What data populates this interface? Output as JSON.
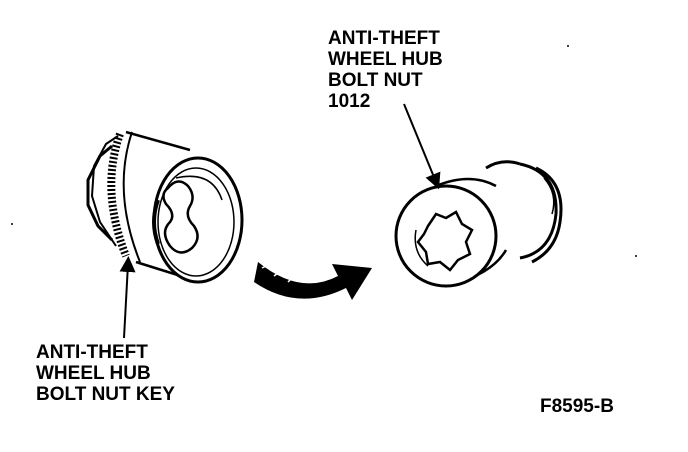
{
  "labels": {
    "bolt_nut": [
      "ANTI-THEFT",
      "WHEEL HUB",
      "BOLT NUT",
      "1012"
    ],
    "bolt_nut_key": [
      "ANTI-THEFT",
      "WHEEL HUB",
      "BOLT NUT KEY"
    ]
  },
  "figure_code": "F8595-B",
  "colors": {
    "ink": "#000000",
    "paper": "#ffffff"
  },
  "icons": [
    "bolt-nut-key-icon",
    "bolt-nut-icon",
    "curved-arrow-icon"
  ]
}
